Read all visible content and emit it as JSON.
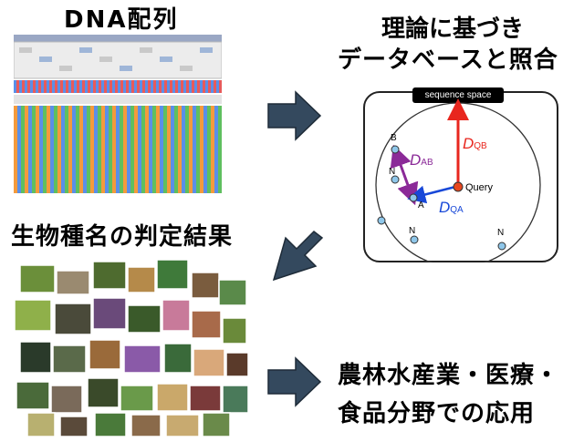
{
  "titles": {
    "dna": "DNA配列",
    "compare_line1": "理論に基づき",
    "compare_line2": "データベースと照合",
    "species": "生物種名の判定結果",
    "apps_line1": "農林水産業・医療・",
    "apps_line2": "食品分野での応用"
  },
  "sequence_space": {
    "header": "sequence space",
    "query_label": "Query",
    "points": {
      "a": "A",
      "b": "B",
      "n": "N"
    },
    "distances": {
      "qb": {
        "main": "D",
        "sub": "QB"
      },
      "ab": {
        "main": "D",
        "sub": "AB"
      },
      "qa": {
        "main": "D",
        "sub": "QA"
      }
    },
    "colors": {
      "qb": "#e8261e",
      "ab": "#8b2a98",
      "qa": "#1848d8",
      "node": "#8fc7ea",
      "query": "#e8461e"
    }
  },
  "arrows_color": "#34495e"
}
